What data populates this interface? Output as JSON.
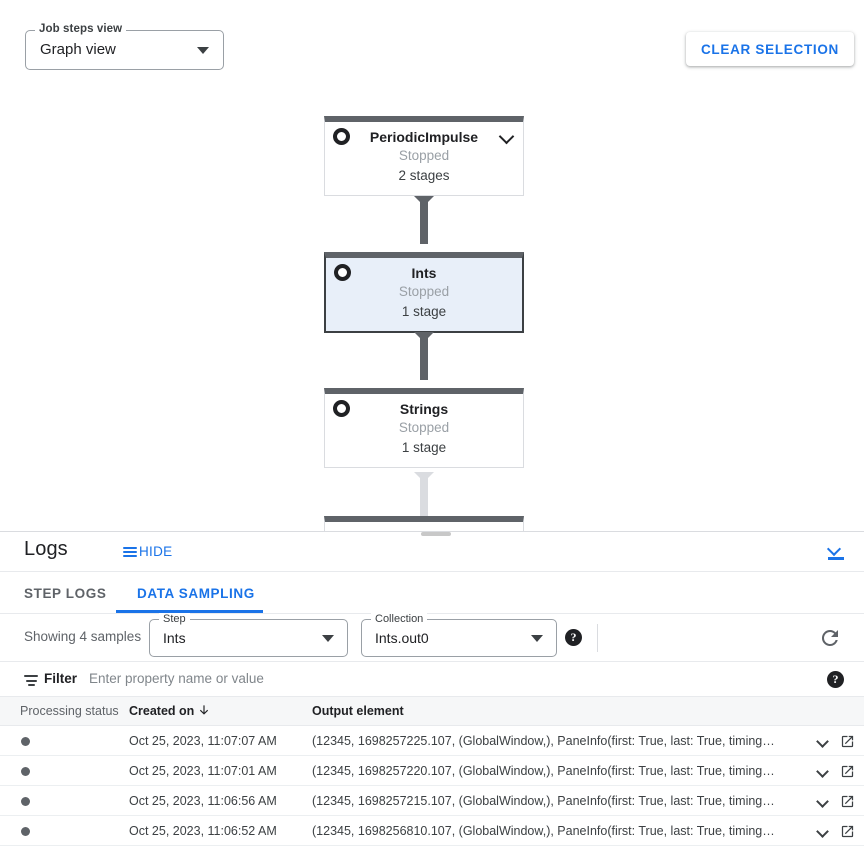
{
  "toolbar": {
    "view_select": {
      "label": "Job steps view",
      "value": "Graph view",
      "icon": "chevron-down-icon"
    },
    "clear_selection_label": "CLEAR SELECTION"
  },
  "graph": {
    "nodes": [
      {
        "name": "PeriodicImpulse",
        "status": "Stopped",
        "stages": "2 stages",
        "selected": false,
        "has_chevron": true
      },
      {
        "name": "Ints",
        "status": "Stopped",
        "stages": "1 stage",
        "selected": true,
        "has_chevron": false
      },
      {
        "name": "Strings",
        "status": "Stopped",
        "stages": "1 stage",
        "selected": false,
        "has_chevron": false
      }
    ]
  },
  "logs": {
    "title": "Logs",
    "hide_label": "HIDE",
    "collapse_icon": "collapse-panel-icon",
    "tabs": [
      {
        "label": "STEP LOGS",
        "active": false
      },
      {
        "label": "DATA SAMPLING",
        "active": true
      }
    ]
  },
  "sampling": {
    "showing_text": "Showing 4 samples",
    "step": {
      "label": "Step",
      "value": "Ints"
    },
    "collection": {
      "label": "Collection",
      "value": "Ints.out0"
    },
    "help_icon": "help-icon",
    "refresh_icon": "refresh-icon"
  },
  "filter": {
    "label": "Filter",
    "placeholder": "Enter property name or value",
    "value": "",
    "icon": "filter-icon",
    "help_icon": "help-icon"
  },
  "table": {
    "columns": [
      {
        "key": "status",
        "label": "Processing status",
        "sorted": false
      },
      {
        "key": "created",
        "label": "Created on",
        "sorted": true,
        "sort_dir": "desc"
      },
      {
        "key": "output",
        "label": "Output element",
        "sorted": false
      }
    ],
    "rows": [
      {
        "status": "dot",
        "created": "Oct 25, 2023, 11:07:07 AM",
        "output": "(12345, 1698257225.107, (GlobalWindow,), PaneInfo(first: True, last: True, timing…"
      },
      {
        "status": "dot",
        "created": "Oct 25, 2023, 11:07:01 AM",
        "output": "(12345, 1698257220.107, (GlobalWindow,), PaneInfo(first: True, last: True, timing…"
      },
      {
        "status": "dot",
        "created": "Oct 25, 2023, 11:06:56 AM",
        "output": "(12345, 1698257215.107, (GlobalWindow,), PaneInfo(first: True, last: True, timing…"
      },
      {
        "status": "dot",
        "created": "Oct 25, 2023, 11:06:52 AM",
        "output": "(12345, 1698256810.107, (GlobalWindow,), PaneInfo(first: True, last: True, timing…"
      }
    ],
    "row_expand_icon": "chevron-down-icon",
    "row_open_icon": "open-in-new-icon"
  },
  "colors": {
    "accent": "#1a73e8",
    "node_bar": "#5f6368",
    "node_selected_bg": "#e8eff9",
    "status_dot": "#5f6368"
  }
}
